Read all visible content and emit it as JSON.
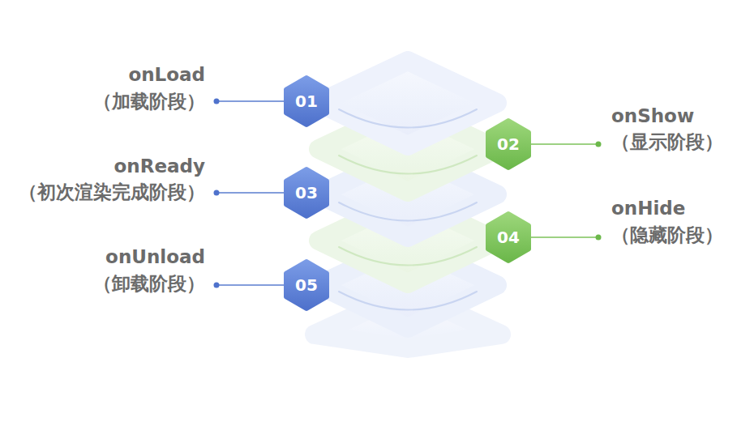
{
  "diagram": {
    "nodes": [
      {
        "text": [
          "01"
        ]
      },
      {
        "text": [
          "02"
        ]
      },
      {
        "text": [
          "03"
        ]
      },
      {
        "text": [
          "04"
        ]
      },
      {
        "text": [
          "05"
        ]
      }
    ],
    "labels": [
      "onLoad",
      "（加载阶段）",
      "onShow",
      "（显示阶段）",
      "onReady",
      "（初次渲染完成阶段）",
      "onHide",
      "（隐藏阶段）",
      "onUnload",
      "（卸载阶段）"
    ]
  }
}
